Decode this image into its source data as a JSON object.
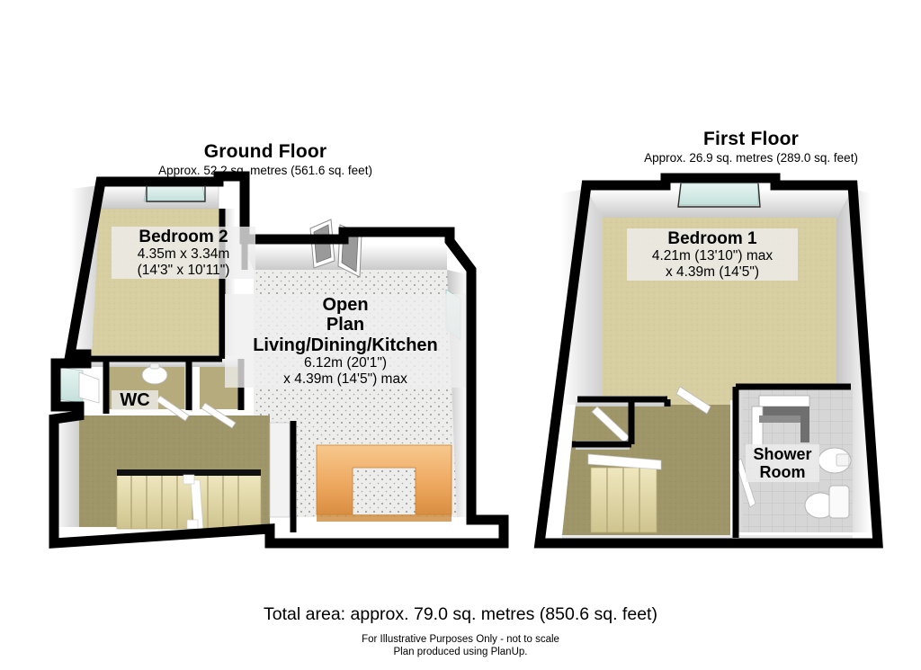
{
  "document": {
    "type": "residential-floor-plan",
    "projection": "3d-isometric"
  },
  "floors": [
    {
      "id": "ground",
      "title": "Ground Floor",
      "area_text": "Approx. 52.2 sq. metres (561.6 sq. feet)",
      "area_metric": 52.2,
      "area_imperial": 561.6,
      "rooms": [
        {
          "id": "bedroom-2",
          "name": "Bedroom 2",
          "dim_line_1": "4.35m x 3.34m",
          "dim_line_2": "(14'3\" x 10'11\")",
          "floor_finish": "carpet",
          "floor_color": "#d6cda0"
        },
        {
          "id": "open-plan",
          "name_line_1": "Open",
          "name_line_2": "Plan",
          "name_line_3": "Living/Dining/Kitchen",
          "dim_line_1": "6.12m (20'1\")",
          "dim_line_2": "x 4.39m (14'5\") max",
          "floor_finish": "speckled-tile",
          "floor_color": "#ededec"
        },
        {
          "id": "wc",
          "name": "WC",
          "floor_finish": "carpet",
          "floor_color": "#b3a87a"
        },
        {
          "id": "hallway",
          "name": "",
          "floor_finish": "carpet",
          "floor_color": "#9d9468"
        }
      ],
      "fixtures": [
        "stairs-up",
        "wash-basin",
        "kitchen-counter",
        "french-doors",
        "entry-door",
        "internal-doors"
      ]
    },
    {
      "id": "first",
      "title": "First Floor",
      "area_text": "Approx. 26.9 sq. metres (289.0 sq. feet)",
      "area_metric": 26.9,
      "area_imperial": 289.0,
      "rooms": [
        {
          "id": "bedroom-1",
          "name": "Bedroom 1",
          "dim_line_1": "4.21m (13'10\") max",
          "dim_line_2": "x 4.39m (14'5\")",
          "floor_finish": "carpet",
          "floor_color": "#d6cda0"
        },
        {
          "id": "shower-room",
          "name_line_1": "Shower",
          "name_line_2": "Room",
          "floor_finish": "tile",
          "floor_color": "#d3d3d3"
        },
        {
          "id": "landing",
          "name": "",
          "floor_finish": "carpet",
          "floor_color": "#9d9468"
        }
      ],
      "fixtures": [
        "stairs-down",
        "shower-enclosure",
        "wash-basin",
        "toilet",
        "internal-doors",
        "window"
      ]
    }
  ],
  "footer": {
    "total_area": "Total area: approx. 79.0 sq. metres (850.6 sq. feet)",
    "disclaimer": "For Illustrative Purposes Only - not to scale",
    "producer": "Plan produced using PlanUp."
  },
  "palette": {
    "background": "#ffffff",
    "wall_outline": "#000000",
    "wall_face_light": "#ffffff",
    "wall_face_shade": "#d9d9d9",
    "wall_face_dark": "#b8b8b8",
    "carpet_beige": "#d6cda0",
    "carpet_olive": "#9d9468",
    "tile_light": "#ededec",
    "tile_grey": "#d3d3d3",
    "wood_counter": "#eda860",
    "window_glass": "#d9eeea",
    "door_panel": "#9a9a9a",
    "text": "#000000",
    "label_backdrop": "#eeeeee"
  }
}
